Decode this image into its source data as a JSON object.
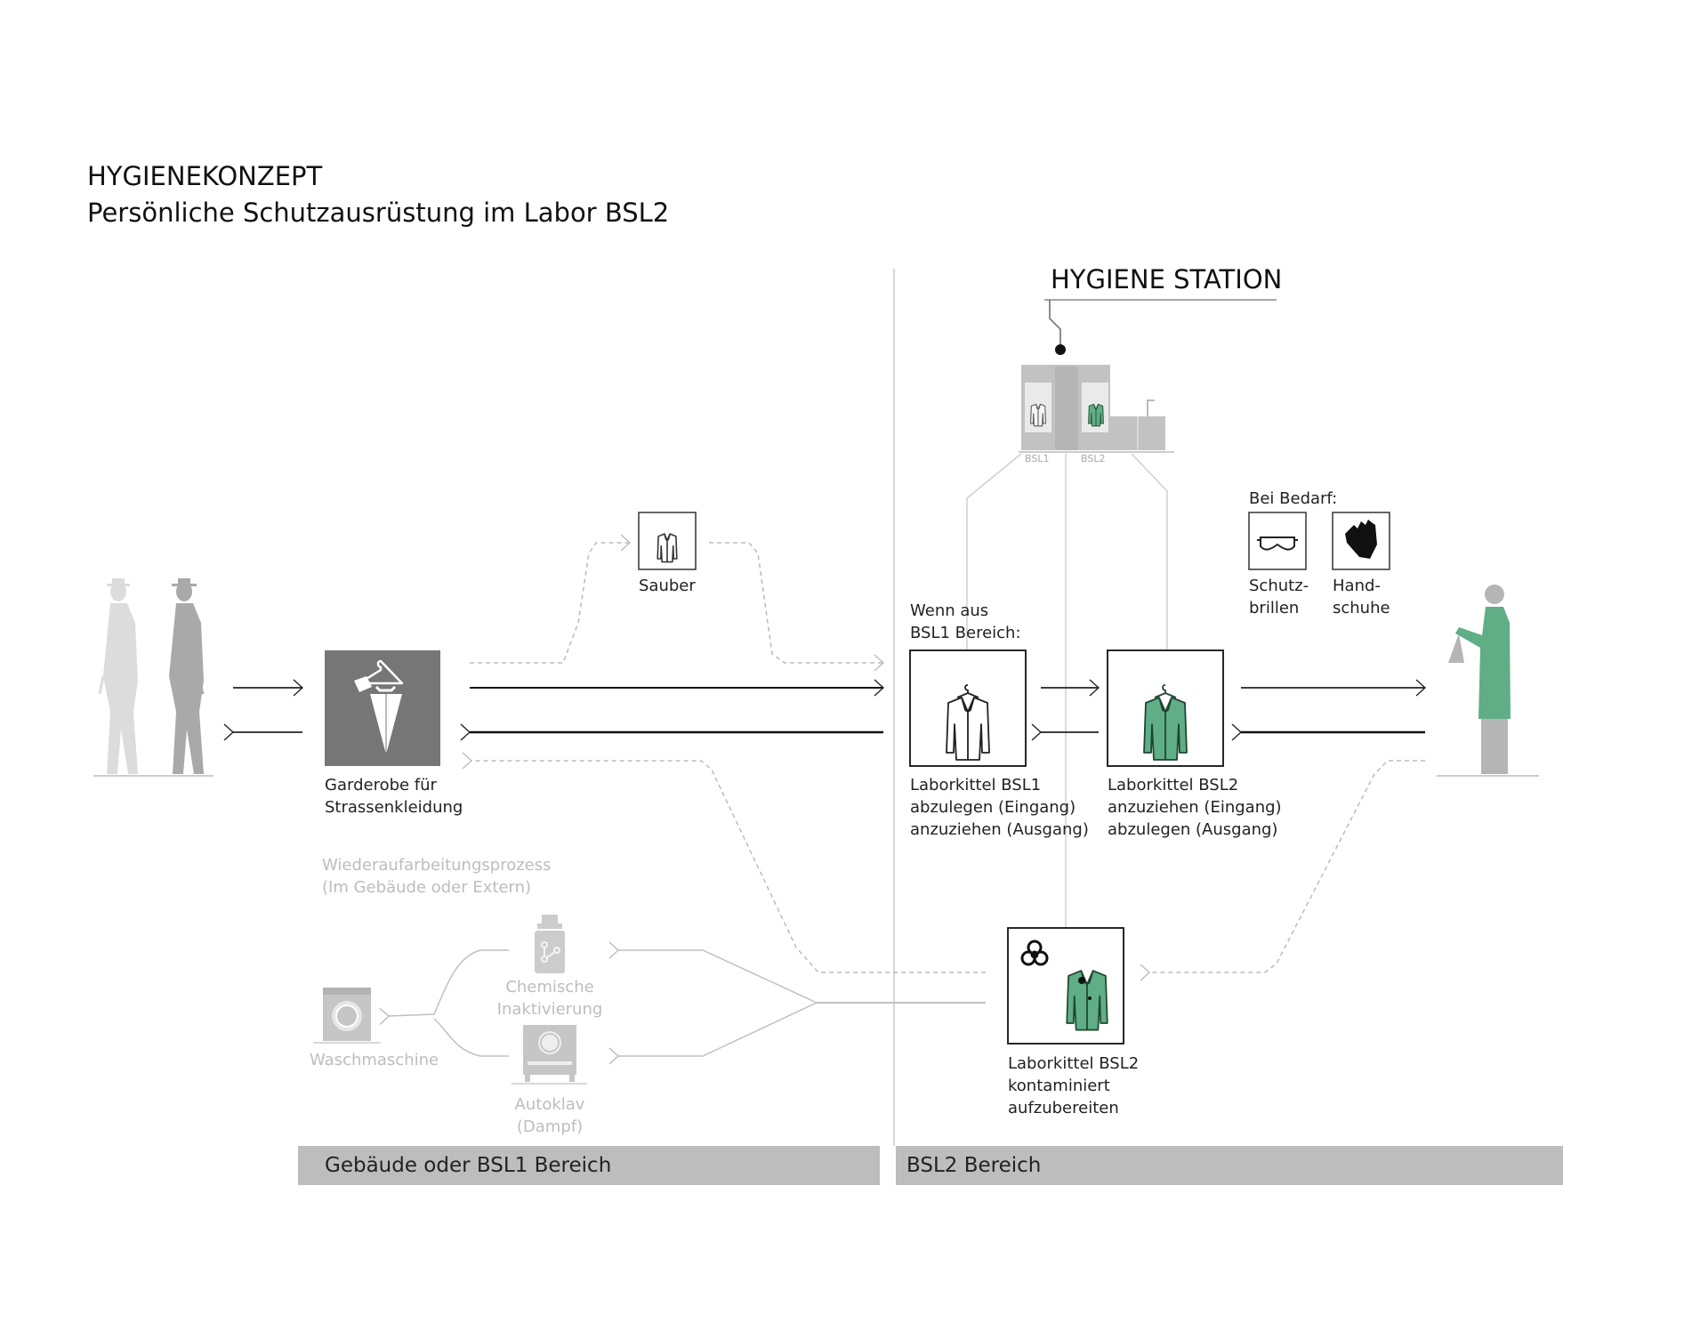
{
  "title": {
    "line1": "HYGIENEKONZEPT",
    "line2": "Persönliche Schutzausrüstung im Labor BSL2"
  },
  "station": {
    "title": "HYGIENE STATION",
    "label_bsl1": "BSL1",
    "label_bsl2": "BSL2"
  },
  "nodes": {
    "sauber": "Sauber",
    "garderobe": [
      "Garderobe für",
      "Strassenkleidung"
    ],
    "wenn_aus": [
      "Wenn aus",
      "BSL1 Bereich:"
    ],
    "kittel_bsl1": [
      "Laborkittel BSL1",
      "abzulegen  (Eingang)",
      "anzuziehen (Ausgang)"
    ],
    "kittel_bsl2": [
      "Laborkittel BSL2",
      "anzuziehen  (Eingang)",
      "abzulegen  (Ausgang)"
    ],
    "bei_bedarf": "Bei Bedarf:",
    "schutzbrillen": [
      "Schutz-",
      "brillen"
    ],
    "handschuhe": [
      "Hand-",
      "schuhe"
    ],
    "kontaminiert": [
      "Laborkittel BSL2",
      "kontaminiert",
      "aufzubereiten"
    ]
  },
  "reprocessing": {
    "heading": [
      "Wiederaufarbeitungsprozess",
      "(Im Gebäude oder Extern)"
    ],
    "chemisch": [
      "Chemische",
      "Inaktivierung"
    ],
    "autoklav": [
      "Autoklav",
      "(Dampf)"
    ],
    "waschmaschine": "Waschmaschine"
  },
  "areas": {
    "left": "Gebäude oder BSL1 Bereich",
    "right": "BSL2 Bereich"
  },
  "colors": {
    "green": "#5fae86",
    "dark_box": "#767676",
    "light_gray": "#c8c8c8",
    "figure_light": "#d6d6d6",
    "figure_mid": "#a8a8a8",
    "bar": "#bdbdbd"
  },
  "icons": [
    "person-icon",
    "coat-hanger-umbrella-icon",
    "clean-coat-icon",
    "lab-coat-icon",
    "goggles-icon",
    "gloves-icon",
    "biohazard-icon",
    "bottle-icon",
    "washing-machine-icon",
    "autoclave-icon",
    "cabinet-icon"
  ]
}
